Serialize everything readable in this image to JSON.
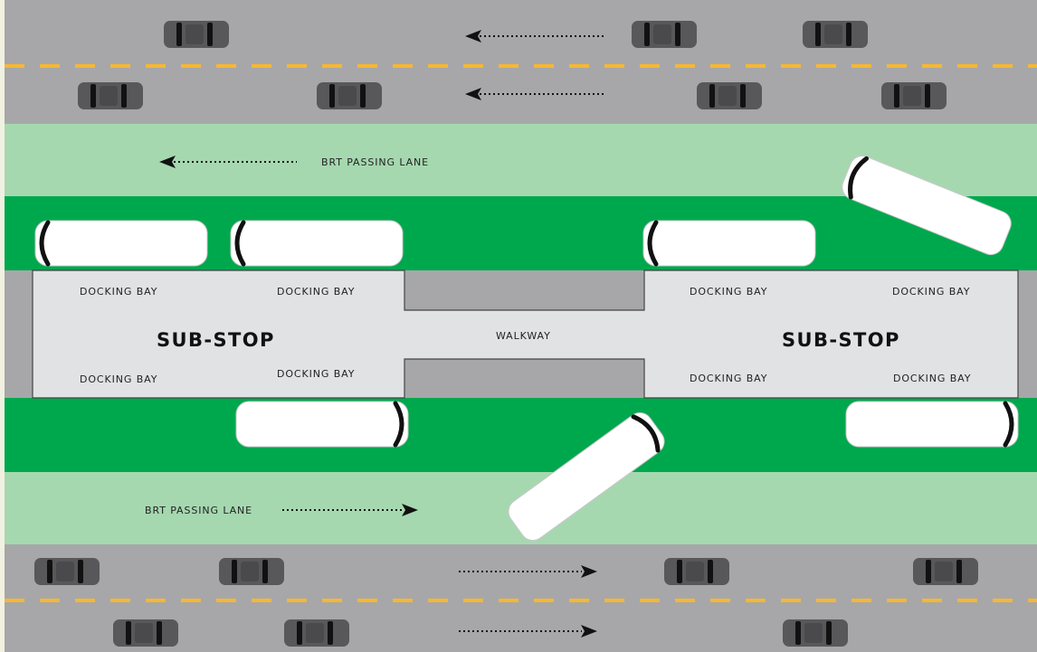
{
  "diagram": {
    "labels": {
      "passing_lane_top": "BRT PASSING LANE",
      "passing_lane_bottom": "BRT PASSING LANE",
      "docking_bay": "DOCKING BAY",
      "sub_stop_left": "SUB-STOP",
      "sub_stop_right": "SUB-STOP",
      "walkway": "WALKWAY"
    },
    "colors": {
      "background": "#f1f1e1",
      "road": "#a7a7a9",
      "passing_lane": "#a6d8b0",
      "brt_lane": "#00a84d",
      "platform": "#e1e2e4",
      "lane_divider": "#f7b731",
      "car": "#58585a",
      "bus": "#ffffff"
    },
    "icons": {
      "car": "car-icon",
      "bus": "bus-icon",
      "arrow": "dotted-arrow-icon"
    }
  }
}
